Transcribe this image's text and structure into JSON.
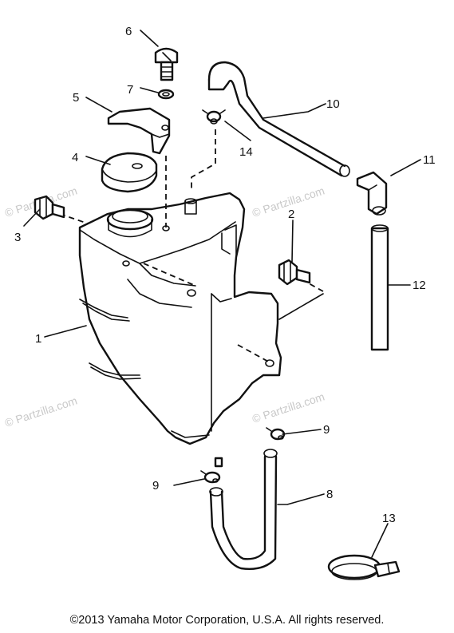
{
  "diagram": {
    "callouts": [
      {
        "id": "1",
        "label": "1"
      },
      {
        "id": "2",
        "label": "2"
      },
      {
        "id": "3",
        "label": "3"
      },
      {
        "id": "4",
        "label": "4"
      },
      {
        "id": "5",
        "label": "5"
      },
      {
        "id": "6",
        "label": "6"
      },
      {
        "id": "7",
        "label": "7"
      },
      {
        "id": "8",
        "label": "8"
      },
      {
        "id": "9a",
        "label": "9"
      },
      {
        "id": "9b",
        "label": "9"
      },
      {
        "id": "10",
        "label": "10"
      },
      {
        "id": "11",
        "label": "11"
      },
      {
        "id": "12",
        "label": "12"
      },
      {
        "id": "13",
        "label": "13"
      },
      {
        "id": "14",
        "label": "14"
      }
    ],
    "watermark": "© Partzilla.com",
    "copyright": "©2013  Yamaha Motor Corporation, U.S.A. All rights reserved."
  }
}
